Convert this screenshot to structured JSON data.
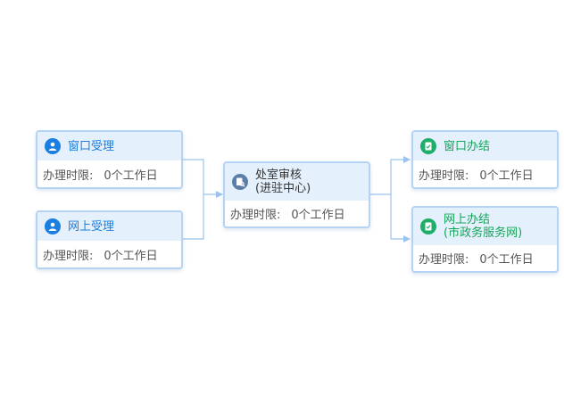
{
  "nodes": {
    "window_accept": {
      "title": "窗口受理",
      "time_label": "办理时限:",
      "time_value": "0个工作日"
    },
    "online_accept": {
      "title": "网上受理",
      "time_label": "办理时限:",
      "time_value": "0个工作日"
    },
    "office_review": {
      "title_line1": "处室审核",
      "title_line2": "(进驻中心)",
      "time_label": "办理时限:",
      "time_value": "0个工作日"
    },
    "window_complete": {
      "title": "窗口办结",
      "time_label": "办理时限:",
      "time_value": "0个工作日"
    },
    "online_complete": {
      "title_line1": "网上办结",
      "title_line2": "(市政务服务网)",
      "time_label": "办理时限:",
      "time_value": "0个工作日"
    }
  },
  "icons": {
    "window_accept": "user-service-icon",
    "online_accept": "user-service-icon",
    "office_review": "document-review-icon",
    "window_complete": "document-check-icon",
    "online_complete": "document-check-icon"
  },
  "colors": {
    "node_border": "#b5d3f5",
    "node_header": "#e5f0fd",
    "accent_blue": "#1a7fe0",
    "accent_green": "#18a35a",
    "connector": "#9cc3ee"
  }
}
